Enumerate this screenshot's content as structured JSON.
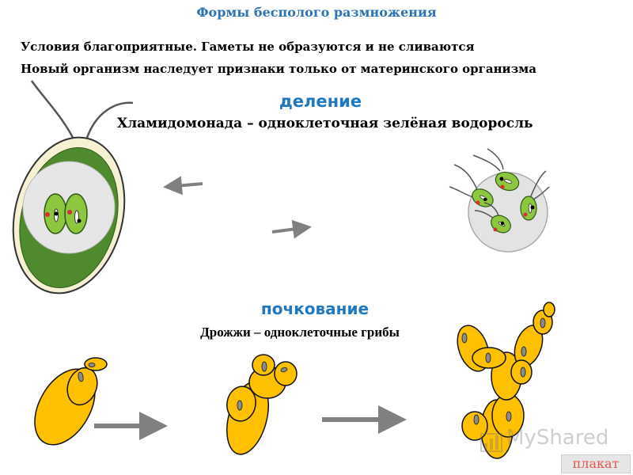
{
  "header": {
    "title": "Формы бесполого размножения",
    "condition_1": "Условия благоприятные. Гаметы не образуются и не сливаются",
    "condition_2": "Новый организм наследует признаки только от материнского организма"
  },
  "division": {
    "heading": "деление",
    "caption": "Хламидомонада – одноклеточная зелёная водоросль"
  },
  "budding": {
    "heading": "почкование",
    "caption": "Дрожжи – одноклеточные грибы"
  },
  "watermark": {
    "text": "MyShared",
    "icon": "chart-bars-icon"
  },
  "poster_button": {
    "label": "плакат"
  },
  "colors": {
    "title_blue": "#2E74B5",
    "heading_blue": "#1F78C1",
    "yeast_orange": "#FFC000",
    "algae_green": "#8DC63F",
    "dark_green": "#3E7A1E",
    "arrow_gray": "#808080",
    "poster_red": "#E8554E"
  }
}
